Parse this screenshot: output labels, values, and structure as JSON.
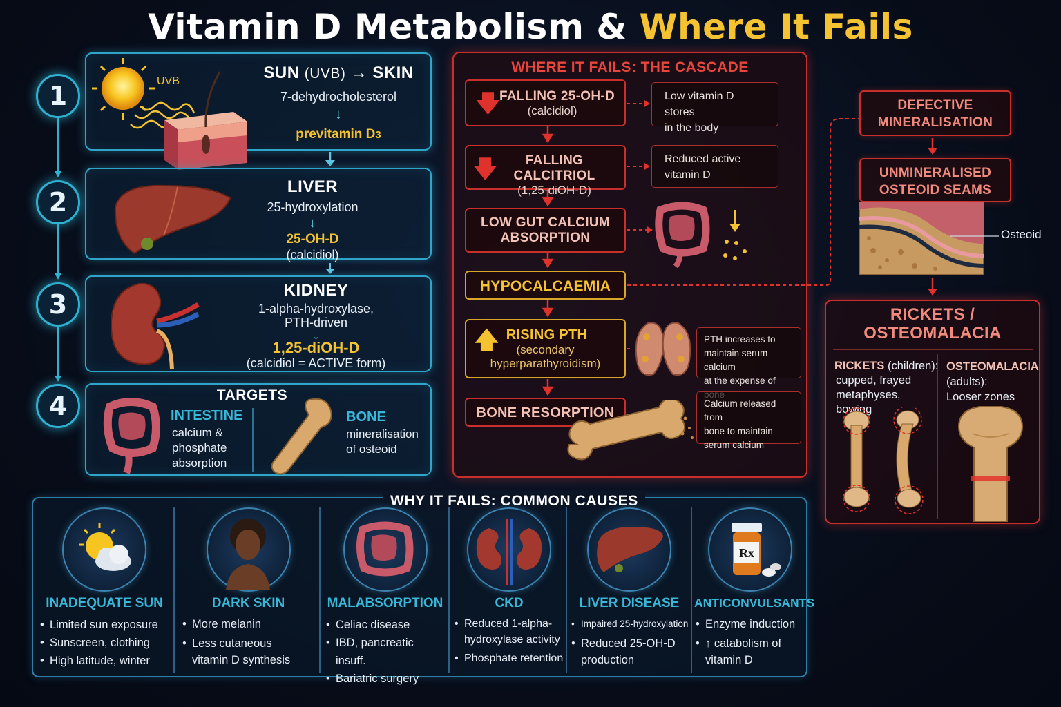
{
  "title": {
    "main": "Vitamin D Metabolism & ",
    "highlight": "Where It Fails"
  },
  "steps": [
    {
      "num": "1",
      "heading_a": "SUN ",
      "heading_b": "(UVB)",
      "heading_c": " → SKIN",
      "line1": "7-dehydrocholesterol",
      "arrow": "↓",
      "product": "previtamin D",
      "product_sub": "3",
      "uvb": "UVB"
    },
    {
      "num": "2",
      "heading": "LIVER",
      "line1": "25-hydroxylation",
      "arrow": "↓",
      "product": "25-OH-D",
      "product_note": "(calcidiol)"
    },
    {
      "num": "3",
      "heading": "KIDNEY",
      "line1": "1-alpha-hydroxylase,",
      "line2": "PTH-driven",
      "arrow": "↓",
      "product": "1,25-diOH-D",
      "product_note": "(calcidiol = ACTIVE form)"
    },
    {
      "num": "4",
      "heading": "TARGETS",
      "intestine": {
        "title": "INTESTINE",
        "l1": "calcium &",
        "l2": "phosphate",
        "l3": "absorption"
      },
      "bone": {
        "title": "BONE",
        "l1": "mineralisation",
        "l2": "of osteoid"
      }
    }
  ],
  "cascade": {
    "title": "WHERE IT FAILS: THE CASCADE",
    "nodes": [
      {
        "main": "FALLING 25-OH-D",
        "sub": "(calcidiol)",
        "side_l1": "Low vitamin D stores",
        "side_l2": "in the body"
      },
      {
        "main": "FALLING CALCITRIOL",
        "sub": "(1,25-diOH-D)",
        "side_l1": "Reduced active",
        "side_l2": "vitamin D"
      },
      {
        "main": "LOW GUT CALCIUM",
        "sub": "ABSORPTION"
      },
      {
        "main": "HYPOCALCAEMIA"
      },
      {
        "main": "RISING PTH",
        "sub": "(secondary",
        "sub2": "hyperparathyroidism)",
        "side_l1": "PTH increases to",
        "side_l2": "maintain serum calcium",
        "side_l3": "at the expense of bone"
      },
      {
        "main": "BONE RESORPTION",
        "side_l1": "Calcium released from",
        "side_l2": "bone to maintain",
        "side_l3": "serum calcium"
      }
    ]
  },
  "right": {
    "defective_l1": "DEFECTIVE",
    "defective_l2": "MINERALISATION",
    "seams_l1": "UNMINERALISED",
    "seams_l2": "OSTEOID SEAMS",
    "osteoid_label": "Osteoid",
    "rickets_title_l1": "RICKETS /",
    "rickets_title_l2": "OSTEOMALACIA",
    "rickets": {
      "head": "RICKETS",
      "head_note": " (children):",
      "l1": "cupped, frayed",
      "l2": "metaphyses,",
      "l3": "bowing"
    },
    "osteomalacia": {
      "head": "OSTEOMALACIA",
      "l1": "(adults):",
      "l2": "Looser zones"
    }
  },
  "causes": {
    "title": "WHY IT FAILS: COMMON CAUSES",
    "items": [
      {
        "heading": "INADEQUATE SUN",
        "bullets": [
          "Limited sun exposure",
          "Sunscreen, clothing",
          "High latitude, winter"
        ]
      },
      {
        "heading": "DARK SKIN",
        "bullets": [
          "More melanin",
          "Less cutaneous"
        ],
        "cont": "vitamin D synthesis"
      },
      {
        "heading": "MALABSORPTION",
        "bullets": [
          "Celiac disease",
          "IBD, pancreatic insuff.",
          "Bariatric surgery"
        ]
      },
      {
        "heading": "CKD",
        "bullets": [
          "Reduced 1-alpha-"
        ],
        "cont": "hydroxylase activity",
        "bullets2": [
          "Phosphate retention"
        ]
      },
      {
        "heading": "LIVER DISEASE",
        "bullets": [
          "Impaired 25-hydroxylation",
          "Reduced 25-OH-D"
        ],
        "cont": "production"
      },
      {
        "heading": "ANTICONVULSANTS",
        "bullets": [
          "Enzyme induction",
          "↑ catabolism of"
        ],
        "cont": "vitamin D",
        "rx": "Rx"
      }
    ]
  },
  "colors": {
    "cyan": "#39b7d8",
    "yellow": "#f5c332",
    "red": "#c9302c"
  }
}
